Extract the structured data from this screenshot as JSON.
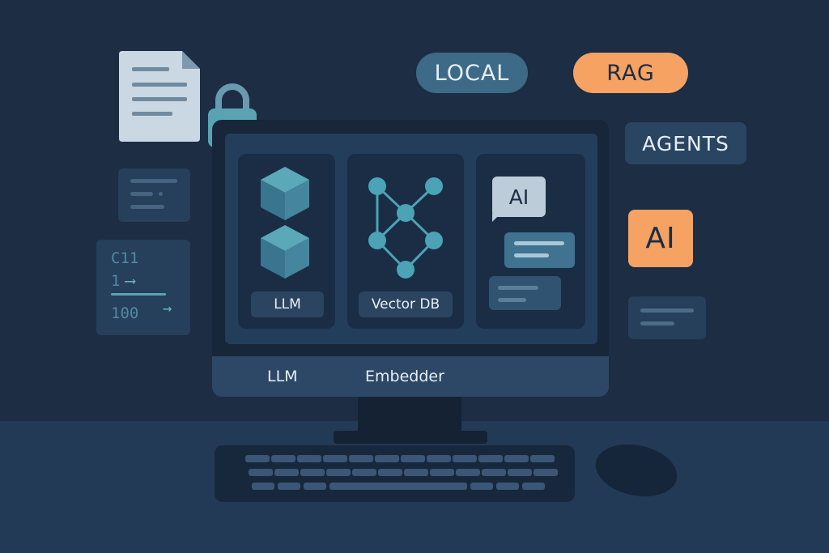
{
  "tags": {
    "local": "LOCAL",
    "rag": "RAG",
    "agents": "AGENTS",
    "ai_badge": "AI"
  },
  "code_card": {
    "line1": "C11",
    "line2": "1",
    "line3": "100"
  },
  "screen": {
    "panel1_label": "LLM",
    "panel2_label": "Vector DB",
    "panel3_bubble": "AI"
  },
  "strip": {
    "left": "LLM",
    "right": "Embedder"
  },
  "colors": {
    "background": "#1c2d44",
    "accent_orange": "#f5a263",
    "accent_teal": "#4ba3b5",
    "tag_blue": "#3d6a86"
  }
}
